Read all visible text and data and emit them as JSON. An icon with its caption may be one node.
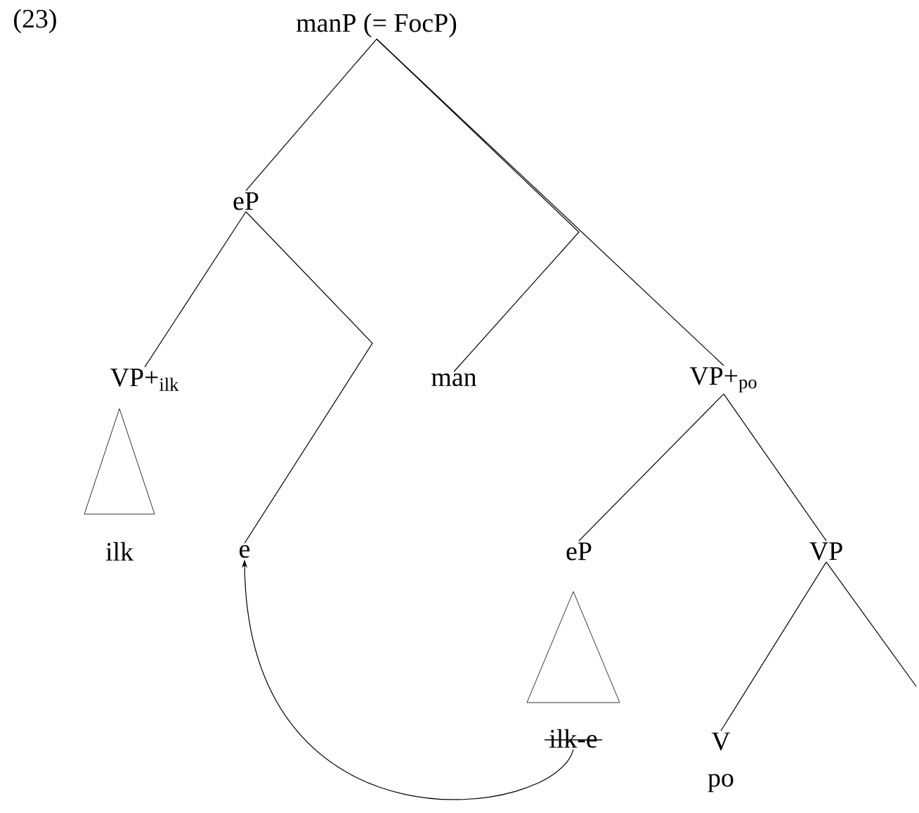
{
  "diagram": {
    "nodes": [
      {
        "text": [
          "manP (= FocP)"
        ]
      },
      {
        "text": [
          "eP"
        ]
      },
      {
        "text": [
          "VP+$_{ilk}$"
        ]
      },
      {
        "text": [
          "man"
        ]
      },
      {
        "text": [
          "VP+$_{po}$"
        ]
      },
      {
        "text": [],
        "shape": "triangle"
      },
      {
        "text": [
          "ilk"
        ]
      },
      {
        "text": [
          "e"
        ]
      },
      {
        "text": [
          "eP"
        ]
      },
      {
        "text": [
          "VP"
        ]
      },
      {
        "text": [],
        "shape": "triangle"
      },
      {
        "text": [
          "ilk-e"
        ]
      },
      {
        "text": [
          "V",
          "po"
        ]
      }
    ],
    "edges": [
      {
        "from": 0,
        "to": 1,
        "arrow": "none"
      },
      {
        "from": 0,
        "to": 3,
        "arrow": "none"
      },
      {
        "from": 0,
        "to": 4,
        "arrow": "none"
      },
      {
        "from": 1,
        "to": 2,
        "arrow": "none"
      },
      {
        "from": 1,
        "to": 7,
        "arrow": "none"
      },
      {
        "from": 4,
        "to": 8,
        "arrow": "none"
      },
      {
        "from": 4,
        "to": 9,
        "arrow": "none"
      },
      {
        "from": 9,
        "to": 12,
        "arrow": "none"
      },
      {
        "from": 9,
        "to": null,
        "arrow": "none"
      },
      {
        "from": 11,
        "to": 7,
        "arrow": "to"
      }
    ],
    "labels": [
      "(23)"
    ]
  }
}
